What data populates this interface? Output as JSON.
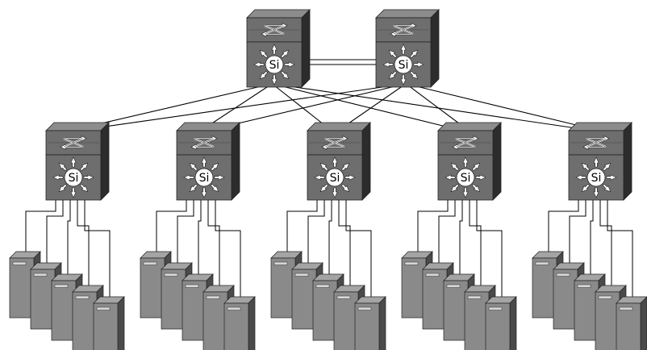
{
  "diagram": {
    "switch_badge": "Si",
    "colors": {
      "switch_top_face": "#8c8c8c",
      "switch_front_face": "#6e6e6e",
      "switch_side_face": "#2c2c2c",
      "server_top_face": "#a4a4a4",
      "server_front_face": "#8a8a8a",
      "server_side_face": "#4a4a4a",
      "link": "#000000",
      "background": "#ffffff"
    },
    "core_switches": [
      {
        "id": "core-1",
        "badge": "Si"
      },
      {
        "id": "core-2",
        "badge": "Si"
      }
    ],
    "distribution_switches": [
      {
        "id": "dist-1",
        "badge": "Si",
        "uplinks": [
          "core-1",
          "core-2"
        ],
        "server_count": 5
      },
      {
        "id": "dist-2",
        "badge": "Si",
        "uplinks": [
          "core-1",
          "core-2"
        ],
        "server_count": 5
      },
      {
        "id": "dist-3",
        "badge": "Si",
        "uplinks": [
          "core-1",
          "core-2"
        ],
        "server_count": 5
      },
      {
        "id": "dist-4",
        "badge": "Si",
        "uplinks": [
          "core-1",
          "core-2"
        ],
        "server_count": 5
      },
      {
        "id": "dist-5",
        "badge": "Si",
        "uplinks": [
          "core-1",
          "core-2"
        ],
        "server_count": 5
      }
    ]
  }
}
